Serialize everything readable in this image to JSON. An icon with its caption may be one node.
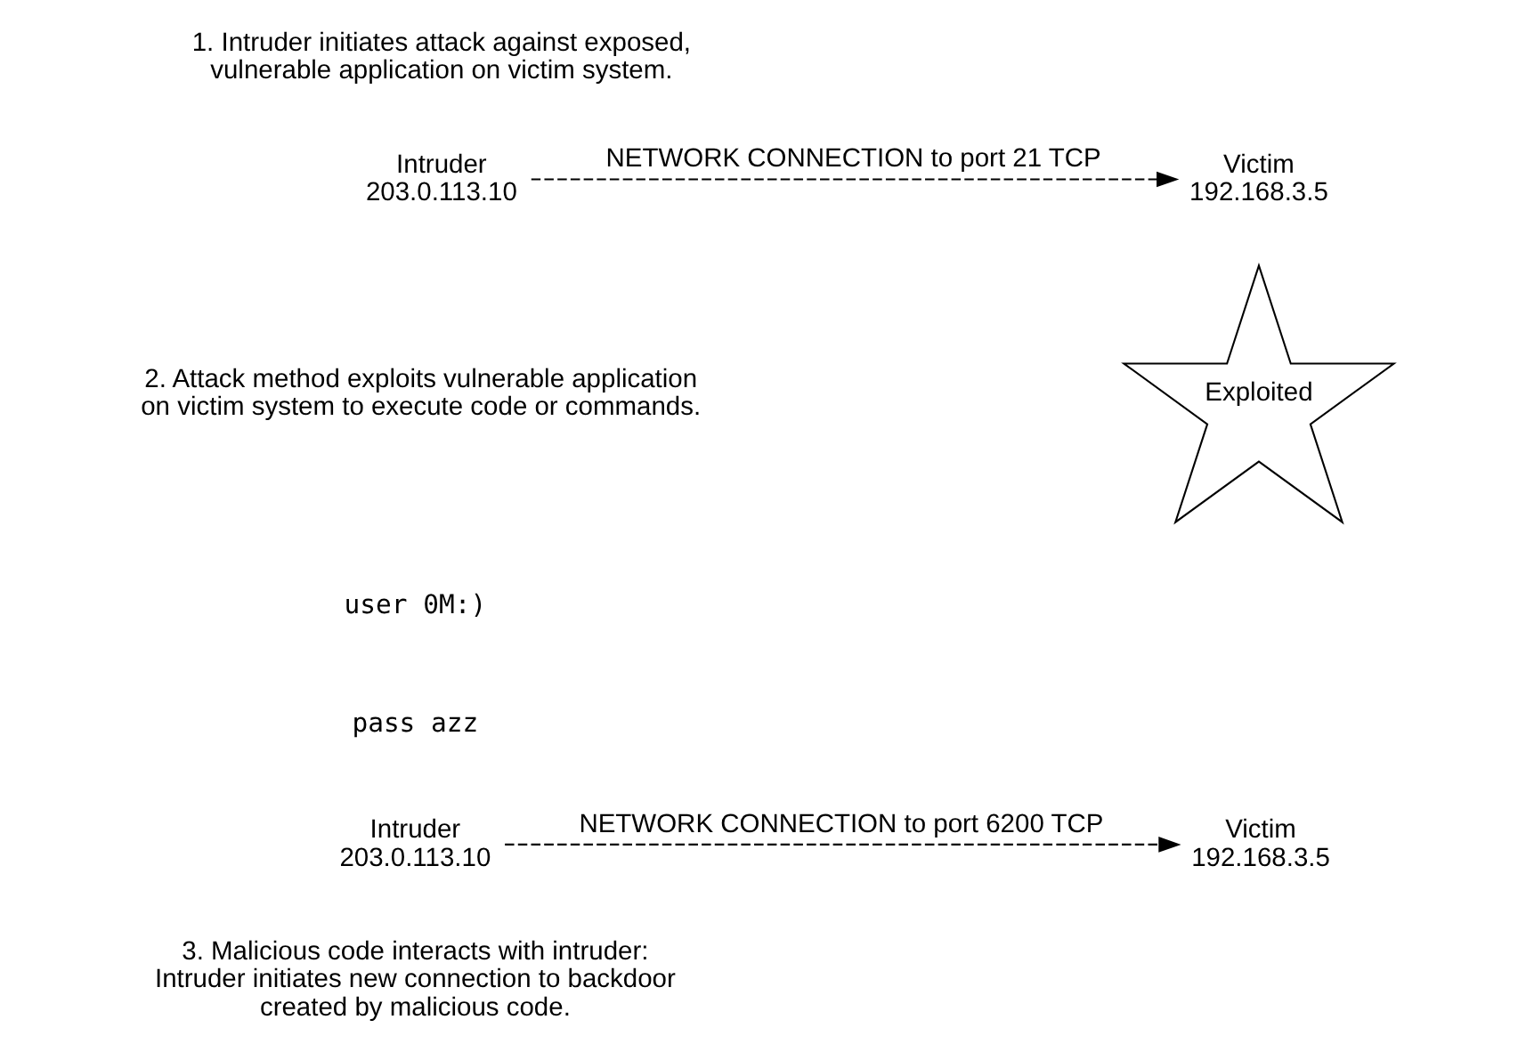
{
  "diagram": {
    "nodes": [
      {
        "text": [
          "Intruder 203.0.113.10"
        ]
      },
      {
        "text": [
          "Victim 192.168.3.5"
        ]
      },
      {
        "text": [
          "Exploited"
        ]
      },
      {
        "text": [
          "Intruder 203.0.113.10"
        ]
      },
      {
        "text": [
          "Victim 192.168.3.5"
        ]
      }
    ],
    "edges": [
      {
        "from": 0,
        "to": 1,
        "arrow": "to",
        "label": "NETWORK CONNECTION to port 21 TCP",
        "style": "dashed"
      },
      {
        "from": 3,
        "to": 4,
        "arrow": "to",
        "label": "NETWORK CONNECTION to port 6200 TCP",
        "style": "dashed"
      }
    ],
    "labels": [
      "1. Intruder initiates attack against exposed, vulnerable application on victim system.",
      "2. Attack method exploits vulnerable application on victim system to execute code or commands.",
      "user 0M:)",
      "pass azz",
      "3. Malicious code interacts with intruder: Intruder initiates new connection to backdoor created by malicious code."
    ]
  }
}
